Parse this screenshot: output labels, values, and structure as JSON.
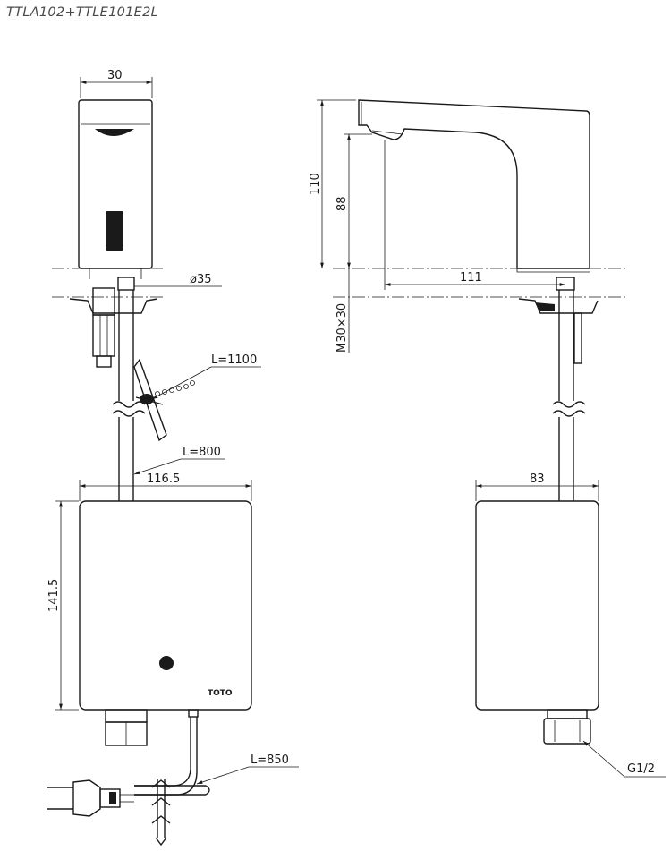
{
  "title": "TTLA102+TTLE101E2L",
  "labels": {
    "faucet_width": "30",
    "shank_diameter": "ø35",
    "hose_length": "L=1100",
    "cable_length_top": "L=800",
    "box_width": "116.5",
    "box_height": "141.5",
    "total_height": "110",
    "spout_height": "88",
    "spout_reach": "111",
    "thread": "M30×30",
    "box_depth": "83",
    "cable_length_bottom": "L=850",
    "connection": "G1/2",
    "brand_logo": "TOTO"
  },
  "colors": {
    "line": "#1a1a1a",
    "title": "#4a4a4a"
  }
}
